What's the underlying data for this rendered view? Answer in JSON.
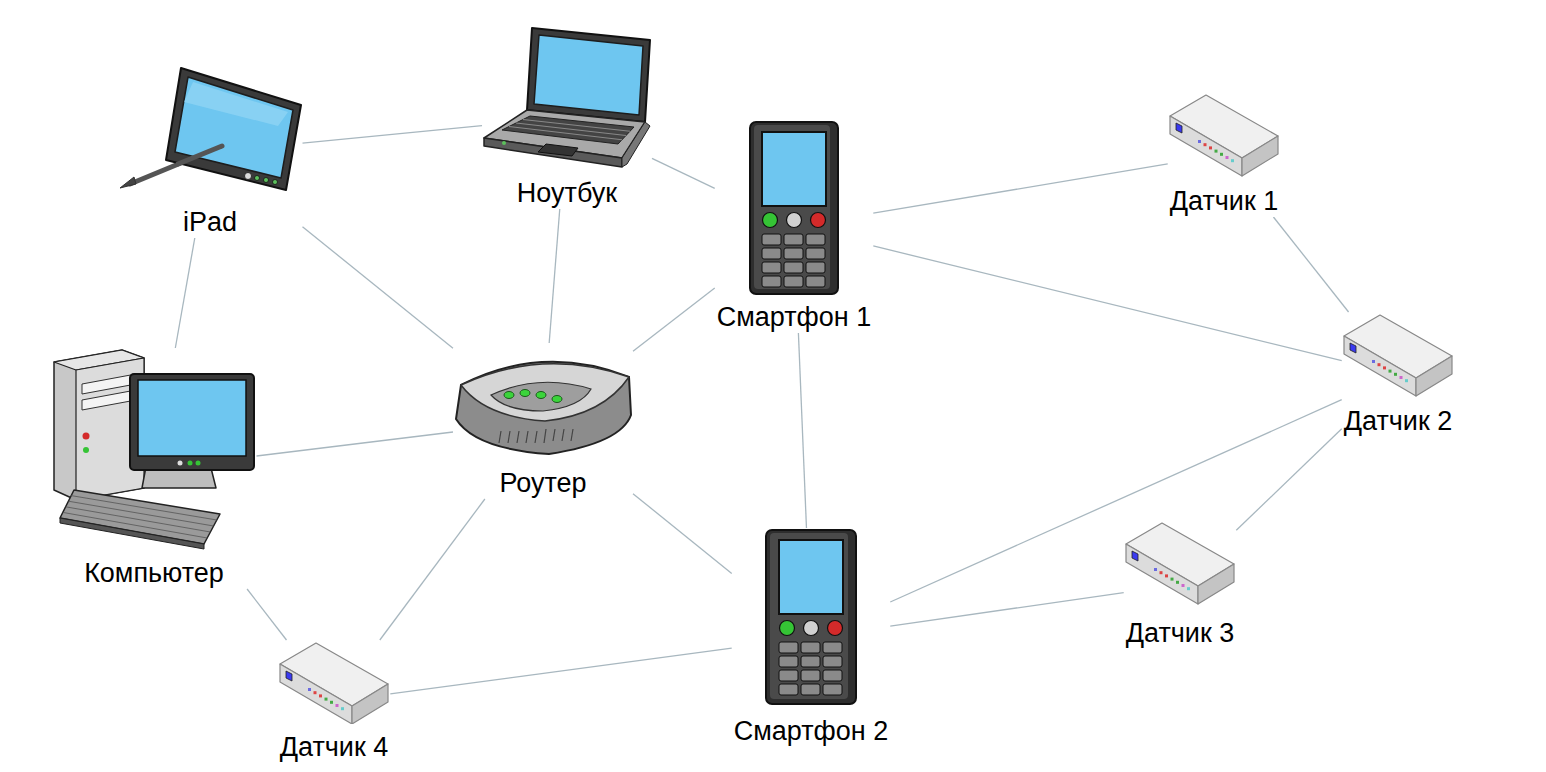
{
  "diagram": {
    "nodes": [
      {
        "text": [
          "iPad"
        ]
      },
      {
        "text": [
          "Ноутбук"
        ]
      },
      {
        "text": [
          "Датчик 1"
        ]
      },
      {
        "text": [
          "Смартфон 1"
        ]
      },
      {
        "text": [
          "Датчик 2"
        ]
      },
      {
        "text": [
          "Компьютер"
        ]
      },
      {
        "text": [
          "Роутер"
        ]
      },
      {
        "text": [
          "Датчик 3"
        ]
      },
      {
        "text": [
          "Смартфон 2"
        ]
      },
      {
        "text": [
          "Датчик 4"
        ]
      }
    ],
    "edges": [
      {
        "from": 0,
        "to": 1,
        "arrow": "none"
      },
      {
        "from": 0,
        "to": 6,
        "arrow": "none"
      },
      {
        "from": 0,
        "to": 5,
        "arrow": "none"
      },
      {
        "from": 1,
        "to": 3,
        "arrow": "none"
      },
      {
        "from": 1,
        "to": 6,
        "arrow": "none"
      },
      {
        "from": 3,
        "to": 2,
        "arrow": "none"
      },
      {
        "from": 3,
        "to": 4,
        "arrow": "none"
      },
      {
        "from": 3,
        "to": 6,
        "arrow": "none"
      },
      {
        "from": 3,
        "to": 8,
        "arrow": "none"
      },
      {
        "from": 2,
        "to": 4,
        "arrow": "none"
      },
      {
        "from": 4,
        "to": 8,
        "arrow": "none"
      },
      {
        "from": 4,
        "to": 7,
        "arrow": "none"
      },
      {
        "from": 5,
        "to": 6,
        "arrow": "none"
      },
      {
        "from": 5,
        "to": 9,
        "arrow": "none"
      },
      {
        "from": 6,
        "to": 9,
        "arrow": "none"
      },
      {
        "from": 6,
        "to": 8,
        "arrow": "none"
      },
      {
        "from": 8,
        "to": 7,
        "arrow": "none"
      },
      {
        "from": 8,
        "to": 9,
        "arrow": "none"
      }
    ]
  }
}
